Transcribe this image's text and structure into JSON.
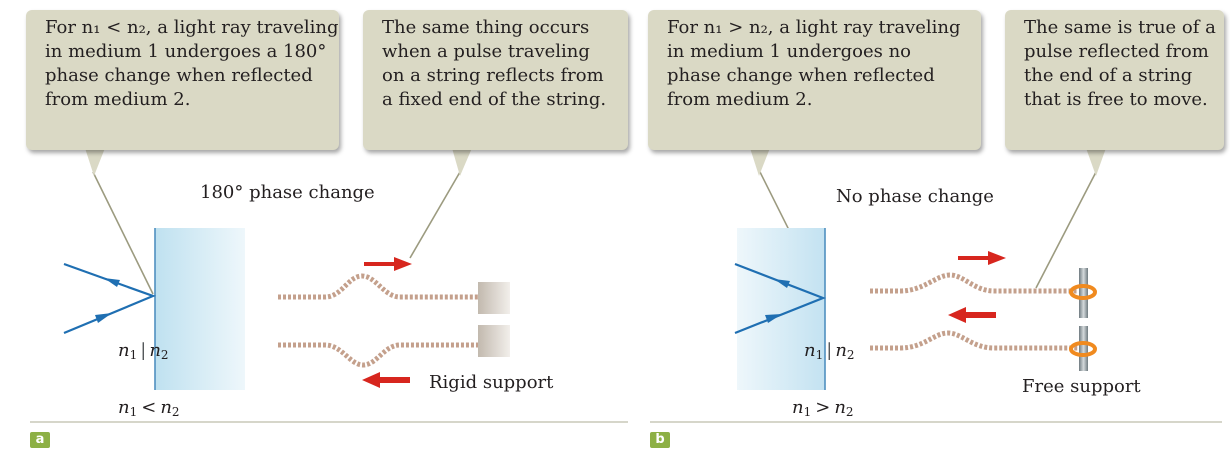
{
  "panels": [
    {
      "tag": "a",
      "callouts": [
        {
          "lines": [
            "For n₁ < n₂, a light ray traveling",
            "in medium 1 undergoes a 180°",
            "phase change when reflected",
            "from medium 2."
          ]
        },
        {
          "lines": [
            "The same thing occurs",
            "when a pulse traveling",
            "on a string reflects from",
            "a fixed end of the string."
          ]
        }
      ],
      "phase_label": "180° phase change",
      "support_label": "Rigid support",
      "indices": {
        "n": "n",
        "one": "1",
        "two": "2",
        "relation": "<",
        "separator": "|"
      }
    },
    {
      "tag": "b",
      "callouts": [
        {
          "lines": [
            "For n₁ > n₂, a light ray traveling",
            "in medium 1 undergoes no",
            "phase change when reflected",
            "from medium 2."
          ]
        },
        {
          "lines": [
            "The same is true of a",
            "pulse reflected from",
            "the end of a string",
            "that is free to move."
          ]
        }
      ],
      "phase_label": "No phase change",
      "support_label": "Free support",
      "indices": {
        "n": "n",
        "one": "1",
        "two": "2",
        "relation": ">",
        "separator": "|"
      }
    }
  ],
  "colors": {
    "callout_fill": "#dad9c5",
    "pointer_line": "#9c9b80",
    "medium_fill": "#c9e6f3",
    "ray": "#1f6fb2",
    "arrow_red": "#d7261e",
    "rope": "#c4a08c",
    "support": "#cfc8bf",
    "ring": "#f08a1f",
    "rod": "#8a9499",
    "tag_bg": "#8db045",
    "panel_rule": "#c9c9b8"
  },
  "icons": [
    "incident-ray-arrow",
    "reflected-ray-arrow",
    "pulse-direction-arrow",
    "rigid-support-block",
    "free-support-rod"
  ]
}
